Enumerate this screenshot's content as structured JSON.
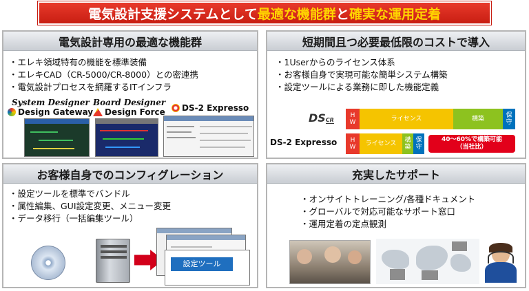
{
  "banner": {
    "part1": "電気設計支援システムとして",
    "part2": "最適な機能群",
    "part3": "と",
    "part4": "確実な運用定着"
  },
  "panel_tl": {
    "title": "電気設計専用の最適な機能群",
    "bullets": [
      "・エレキ領域特有の機能を標準装備",
      "・エレキCAD（CR-5000/CR-8000）との密連携",
      "・電気設計プロセスを網羅するITインフラ"
    ],
    "products": {
      "sd_line1": "System Designer",
      "sd_line2": "Design Gateway",
      "bd_line1": "Board Designer",
      "bd_line2": "Design Force",
      "ds2": "DS-2 Expresso"
    }
  },
  "panel_tr": {
    "title": "短期間且つ必要最低限のコストで導入",
    "bullets": [
      "・1Userからのライセンス体系",
      "・お客様自身で実現可能な簡単システム構築",
      "・設定ツールによる業務に即した機能定義"
    ],
    "cr_logo": "DS",
    "cr_sub": "CR",
    "ds2_label": "DS-2 Expresso",
    "row1": {
      "hw": "H\nW",
      "license": "ライセンス",
      "build": "構築",
      "maint": "保\n守"
    },
    "row2": {
      "hw": "H\nW",
      "license": "ライセンス",
      "build": "構\n築",
      "maint": "保\n守"
    },
    "note": "40～60%で構築可能\n（当社比）",
    "colors": {
      "hw": "#e8392b",
      "license": "#f5c400",
      "build": "#8dc21f",
      "maint": "#0072bc",
      "note": "#e2001a"
    }
  },
  "panel_bl": {
    "title": "お客様自身でのコンフィグレーション",
    "bullets": [
      "・設定ツールを標準でバンドル",
      "・属性編集、GUI設定変更、メニュー変更",
      "・データ移行（一括編集ツール）"
    ],
    "tool_label": "設定ツール"
  },
  "panel_br": {
    "title": "充実したサポート",
    "bullets": [
      "・オンサイトトレーニング/各種ドキュメント",
      "・グローバルで対応可能なサポート窓口",
      "・運用定着の定点観測"
    ]
  }
}
